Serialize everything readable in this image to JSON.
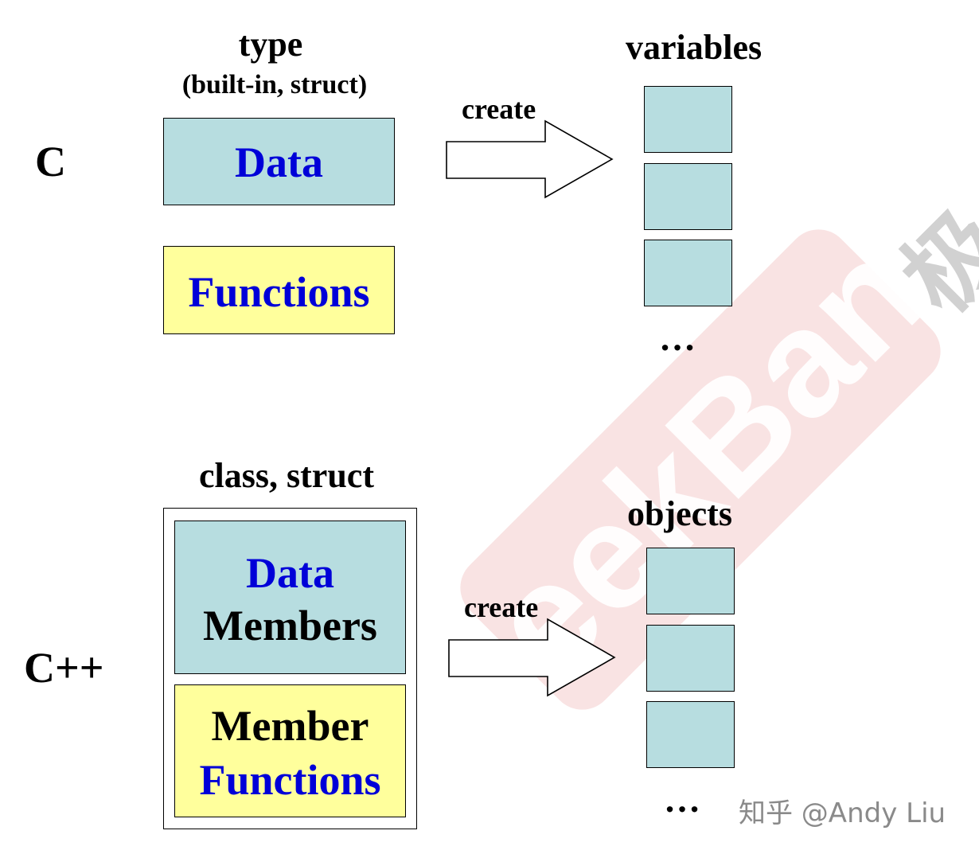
{
  "top": {
    "lang_label": "C",
    "type_title": "type",
    "type_subtitle": "(built-in, struct)",
    "data_label": "Data",
    "functions_label": "Functions",
    "arrow_label": "create",
    "instances_title": "variables",
    "ellipsis": "…"
  },
  "bottom": {
    "lang_label": "C++",
    "class_title": "class, struct",
    "data_word": "Data",
    "members_word": "Members",
    "member_word": "Member",
    "functions_word": "Functions",
    "arrow_label": "create",
    "instances_title": "objects",
    "ellipsis": "…"
  },
  "watermark": {
    "text": "GeekBand",
    "extra": "极"
  },
  "credit": "知乎 @Andy Liu",
  "colors": {
    "data_fill": "#b7dde0",
    "functions_fill": "#ffff9c",
    "keyword_blue": "#0000d8",
    "watermark_red": "#d9534f"
  }
}
